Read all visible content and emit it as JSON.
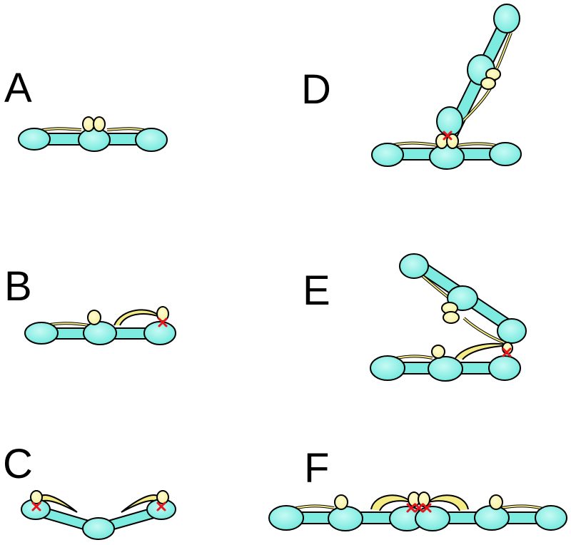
{
  "panels": [
    {
      "id": "A",
      "label": "A"
    },
    {
      "id": "B",
      "label": "B"
    },
    {
      "id": "C",
      "label": "C"
    },
    {
      "id": "D",
      "label": "D"
    },
    {
      "id": "E",
      "label": "E"
    },
    {
      "id": "F",
      "label": "F"
    }
  ],
  "colors": {
    "node_fill": "#6EE8DC",
    "node_highlight": "#C6FAF4",
    "node_stroke": "#000000",
    "bar_fill": "#7EEBE0",
    "strand_fill": "#F4EB84",
    "protein_fill": "#F3EE98",
    "crosslink": "#E8141C",
    "label": "#000000",
    "background": "#FFFFFF"
  }
}
